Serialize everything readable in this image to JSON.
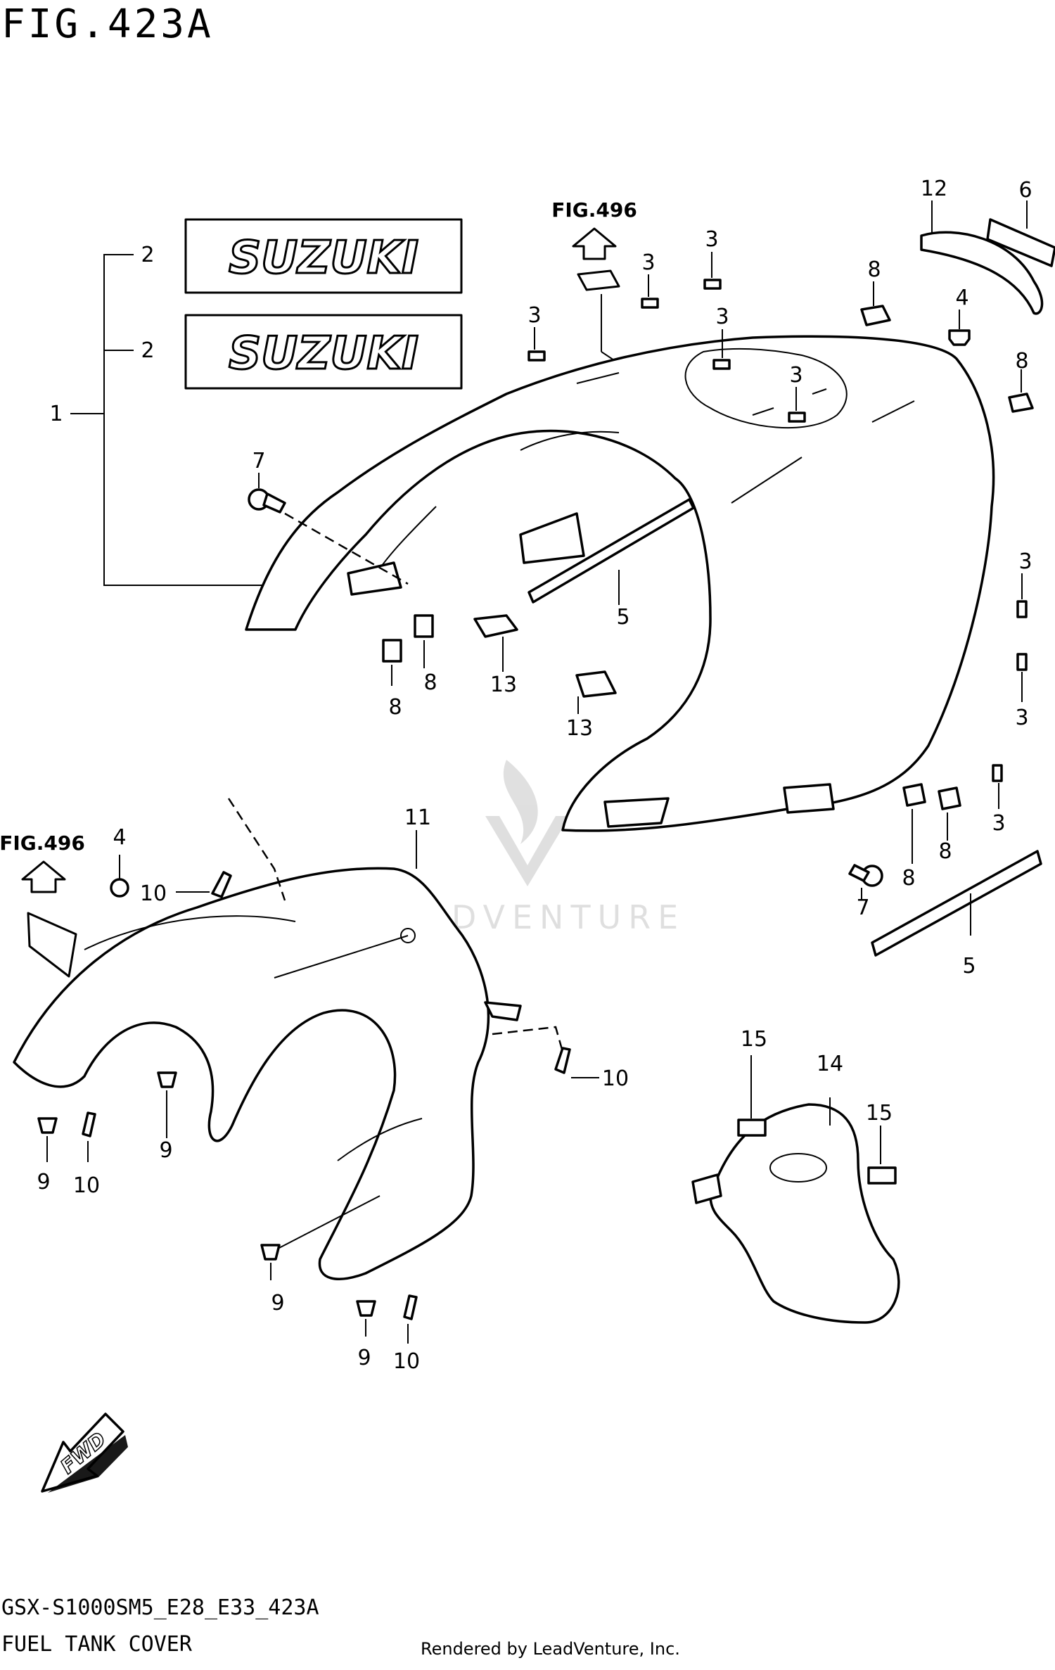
{
  "figure": {
    "title": "FIG.423A",
    "model_code": "GSX-S1000SM5_E28_E33_423A",
    "name": "FUEL TANK COVER",
    "credit": "Rendered by LeadVenture, Inc.",
    "watermark": "LEADVENTURE"
  },
  "references": [
    {
      "label": "FIG.496"
    },
    {
      "label": "FIG.496"
    }
  ],
  "emblems": [
    {
      "text": "SUZUKI"
    },
    {
      "text": "SUZUKI"
    }
  ],
  "direction_marker": {
    "text": "FWD",
    "icon": "fwd-arrow-icon"
  },
  "callouts": [
    "1",
    "2",
    "2",
    "3",
    "3",
    "3",
    "3",
    "3",
    "3",
    "3",
    "3",
    "3",
    "4",
    "4",
    "5",
    "5",
    "6",
    "7",
    "7",
    "8",
    "8",
    "8",
    "8",
    "8",
    "8",
    "9",
    "9",
    "9",
    "9",
    "10",
    "10",
    "10",
    "10",
    "11",
    "12",
    "13",
    "13",
    "14",
    "15",
    "15"
  ]
}
